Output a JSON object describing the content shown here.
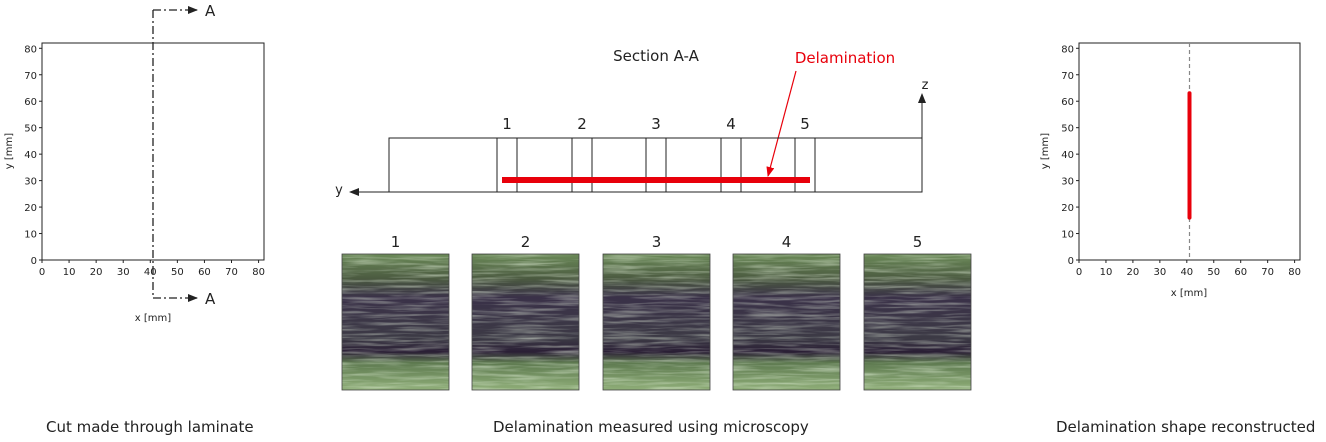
{
  "left_panel": {
    "x_ticks": [
      "0",
      "10",
      "20",
      "30",
      "40",
      "50",
      "60",
      "70",
      "80"
    ],
    "y_ticks": [
      "0",
      "10",
      "20",
      "30",
      "40",
      "50",
      "60",
      "70",
      "80"
    ],
    "xlabel": "x [mm]",
    "ylabel": "y [mm]",
    "cut_x_mm": 41,
    "section_marker": "A",
    "caption": "Cut made through laminate"
  },
  "middle_panel": {
    "section_title": "Section A-A",
    "delamination_label": "Delamination",
    "z_axis_label": "z",
    "y_axis_label": "y",
    "sample_numbers": [
      "1",
      "2",
      "3",
      "4",
      "5"
    ],
    "micro_numbers": [
      "1",
      "2",
      "3",
      "4",
      "5"
    ],
    "caption": "Delamination measured using microscopy"
  },
  "right_panel": {
    "x_ticks": [
      "0",
      "10",
      "20",
      "30",
      "40",
      "50",
      "60",
      "70",
      "80"
    ],
    "y_ticks": [
      "0",
      "10",
      "20",
      "30",
      "40",
      "50",
      "60",
      "70",
      "80"
    ],
    "xlabel": "x [mm]",
    "ylabel": "y [mm]",
    "cut_x_mm": 41,
    "delamination_y_start_mm": 16,
    "delamination_y_end_mm": 63,
    "caption": "Delamination shape reconstructed"
  },
  "colors": {
    "delamination": "#e8000b",
    "line": "#222222",
    "dashed": "#888888"
  }
}
